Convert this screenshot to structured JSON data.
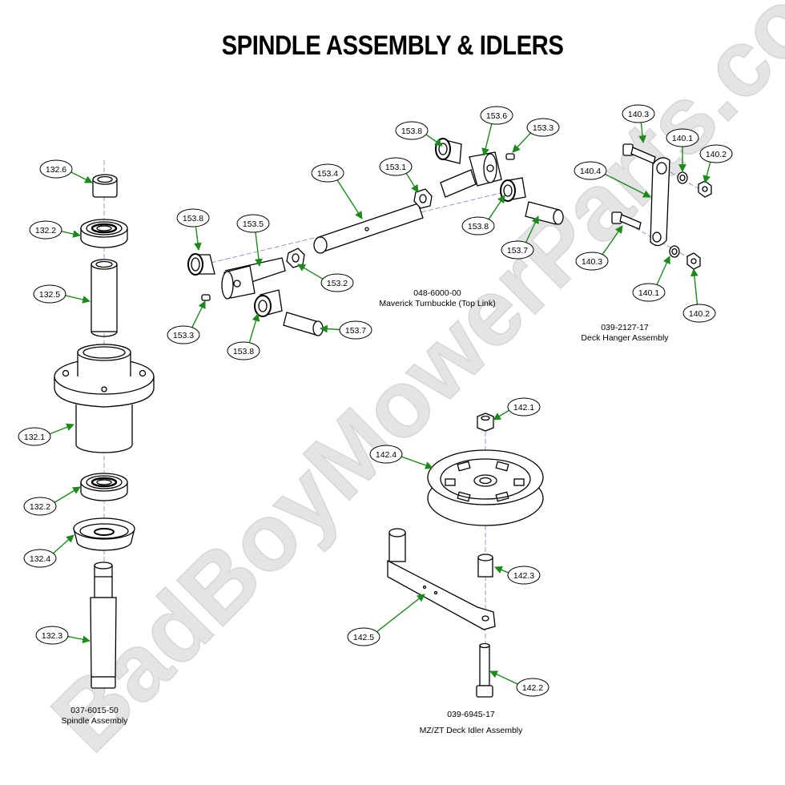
{
  "title": "SPINDLE ASSEMBLY & IDLERS",
  "watermark": "BadBoyMowerParts.com",
  "colors": {
    "leader": "#1a8a1a",
    "outline": "#000000",
    "centerline": "#7a7acc",
    "watermark": "#e4e4e4"
  },
  "assemblies": [
    {
      "part_no": "037-6015-50",
      "name": "Spindle Assembly"
    },
    {
      "part_no": "048-6000-00",
      "name": "Maverick Turnbuckle (Top Link)"
    },
    {
      "part_no": "039-2127-17",
      "name": "Deck Hanger Assembly"
    },
    {
      "part_no": "039-6945-17",
      "name": "MZ/ZT Deck Idler Assembly"
    }
  ],
  "callouts": [
    "132.6",
    "132.2",
    "132.5",
    "132.1",
    "132.2",
    "132.4",
    "132.3",
    "153.8",
    "153.5",
    "153.3",
    "153.8",
    "153.4",
    "153.2",
    "153.7",
    "153.1",
    "153.8",
    "153.6",
    "153.3",
    "153.8",
    "153.7",
    "140.3",
    "140.1",
    "140.2",
    "140.4",
    "140.3",
    "140.1",
    "140.2",
    "142.1",
    "142.4",
    "142.3",
    "142.5",
    "142.2"
  ]
}
